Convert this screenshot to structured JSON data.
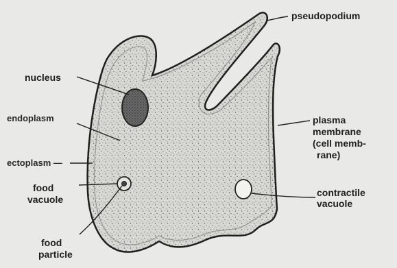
{
  "labels": {
    "pseudopodium": "pseudopodium",
    "nucleus": "nucleus",
    "endoplasm": "endoplasm",
    "ectoplasm": "ectoplasm —",
    "food_vacuole_line1": "food",
    "food_vacuole_line2": "vacuole",
    "food_particle_line1": "food",
    "food_particle_line2": "particle",
    "plasma_membrane_line1": "plasma",
    "plasma_membrane_line2": "membrane",
    "plasma_membrane_line3": "(cell memb-",
    "plasma_membrane_line4": "rane)",
    "contractile_vacuole_line1": "contractile",
    "contractile_vacuole_line2": "vacuole"
  },
  "colors": {
    "paper": "#e9e9e7",
    "ink": "#1e1e1e",
    "cytoplasm_fill": "#d6d6d3",
    "nucleus_fill": "#5a5a5a"
  }
}
